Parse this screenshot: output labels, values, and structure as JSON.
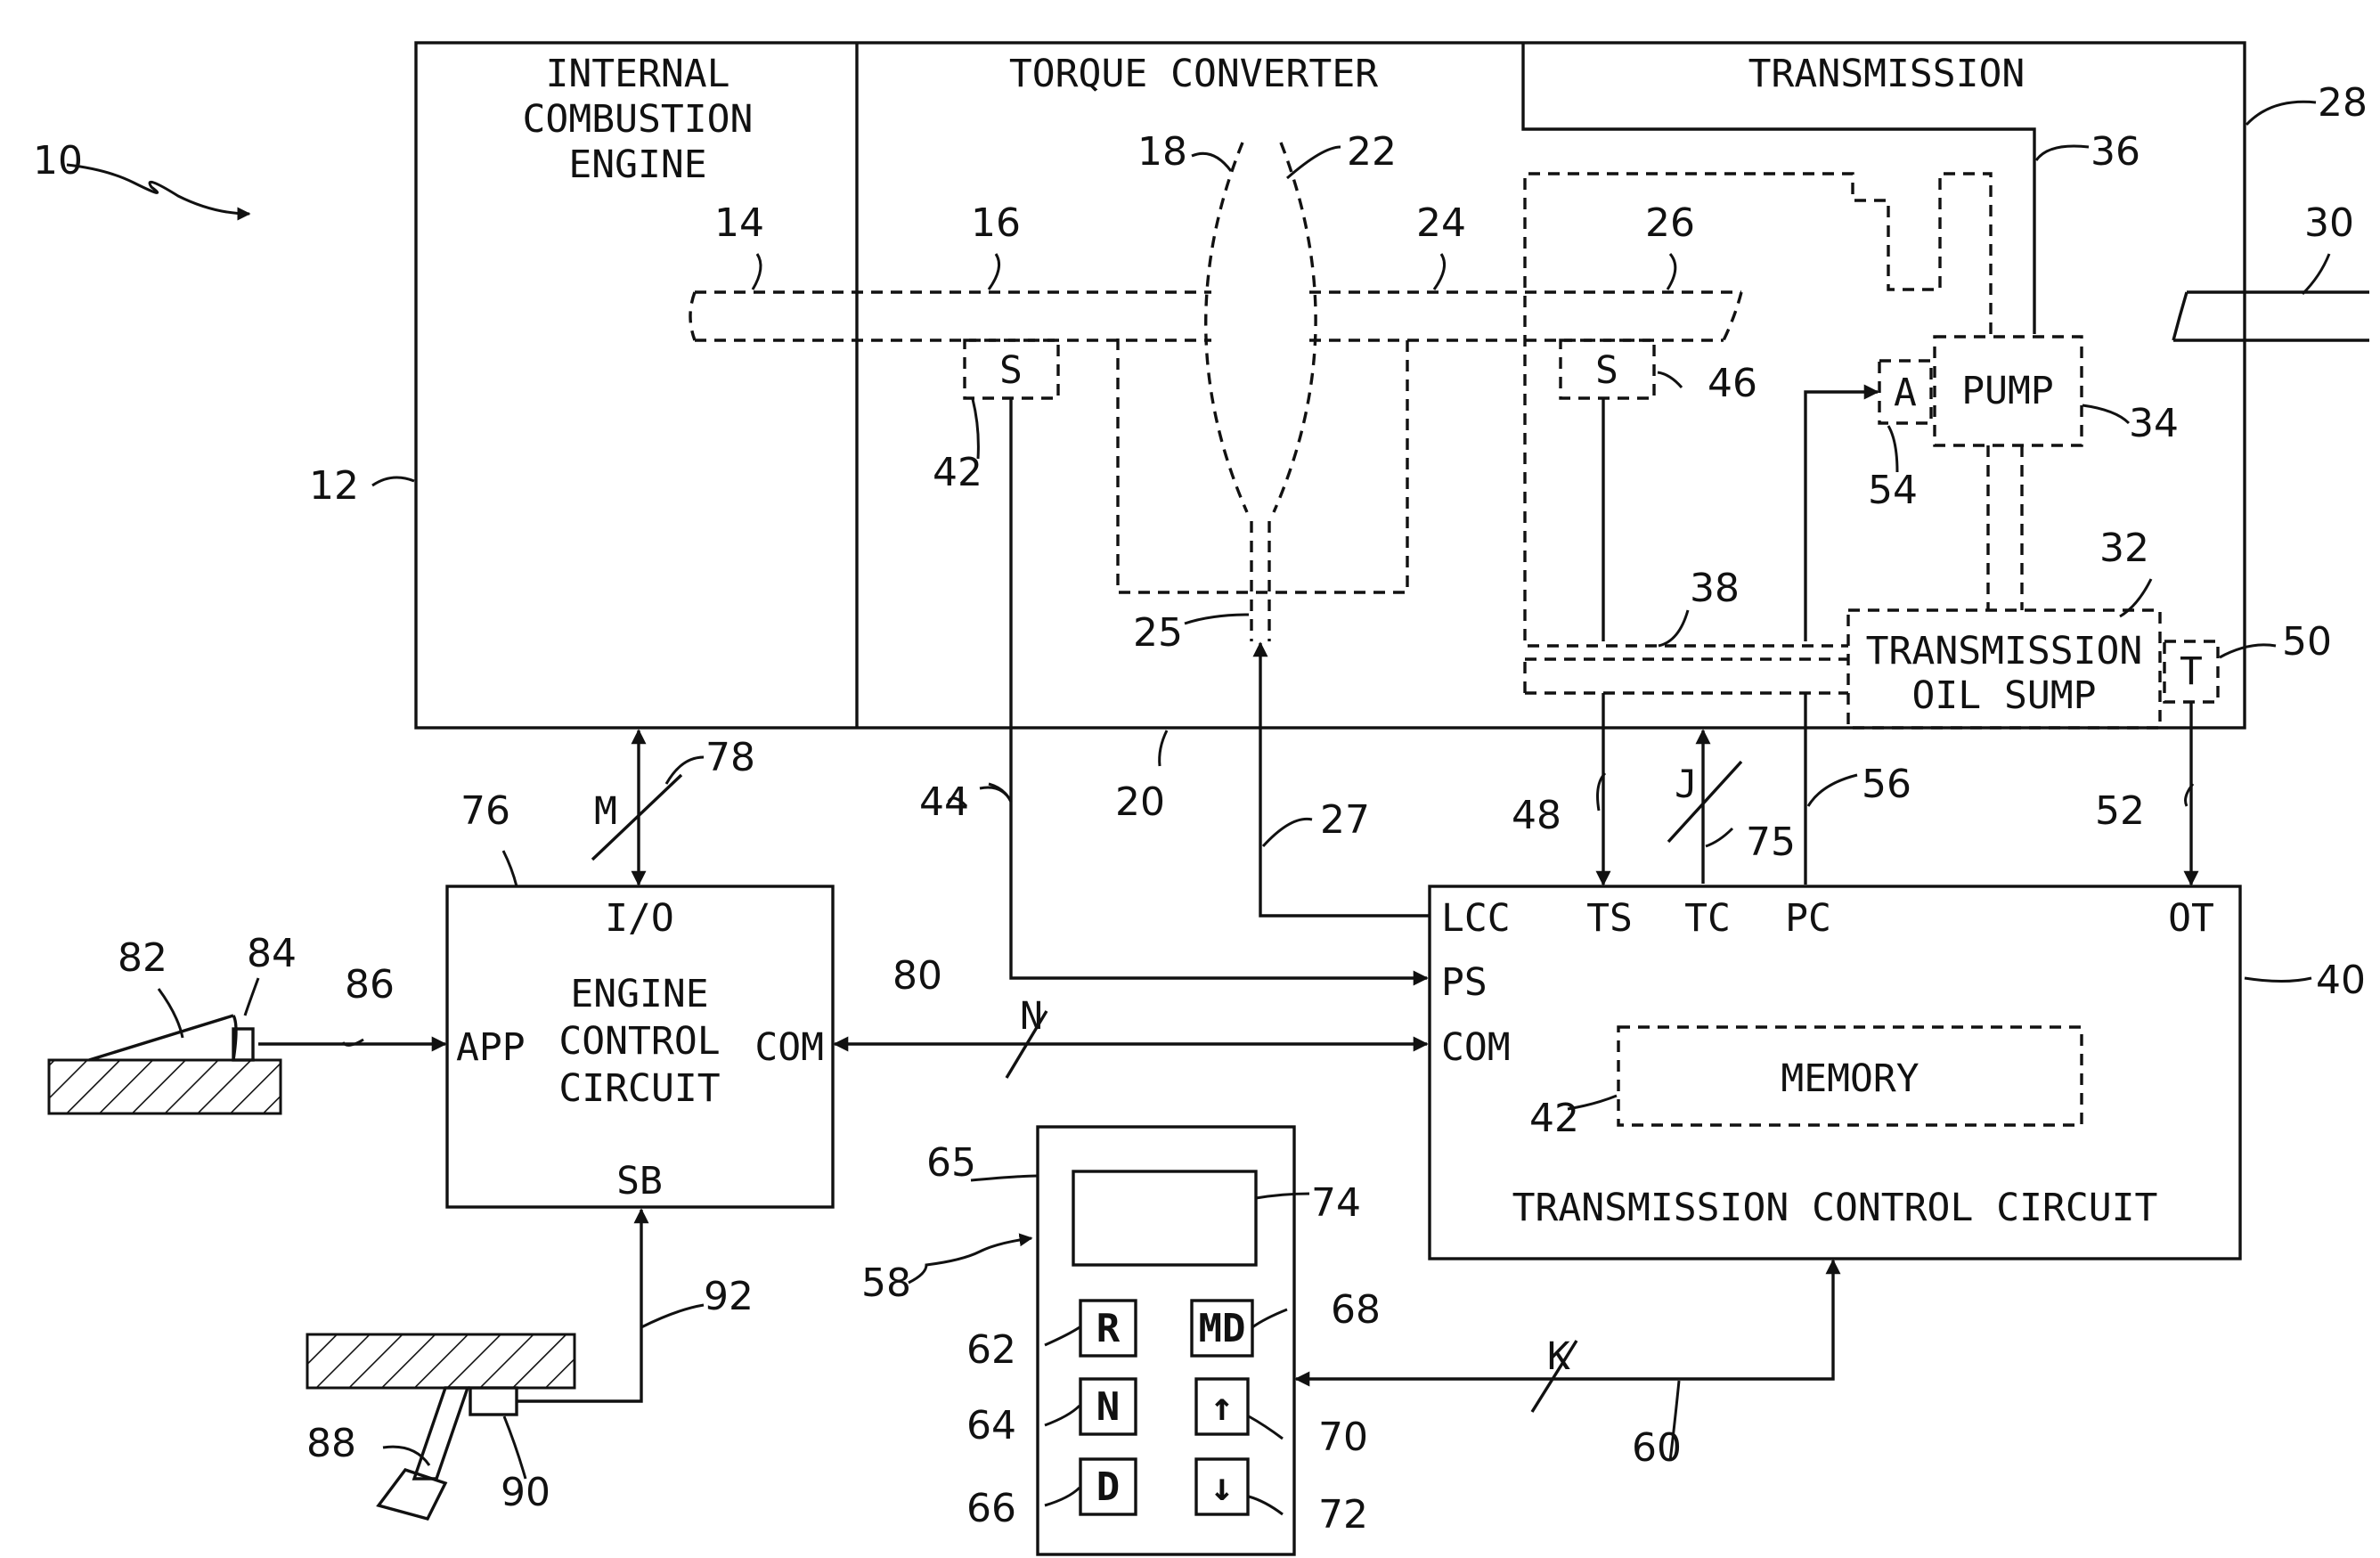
{
  "blocks": {
    "engine": {
      "line1": "INTERNAL",
      "line2": "COMBUSTION",
      "line3": "ENGINE"
    },
    "torque_converter": "TORQUE CONVERTER",
    "transmission": "TRANSMISSION",
    "pump": "PUMP",
    "accumulator": "A",
    "sump": {
      "line1": "TRANSMISSION",
      "line2": "OIL SUMP"
    },
    "temp_sensor": "T",
    "speed_sensor_in": "S",
    "speed_sensor_out": "S",
    "memory": "MEMORY",
    "tcc_title": "TRANSMISSION CONTROL CIRCUIT",
    "ecc": {
      "io": "I/O",
      "line1": "ENGINE",
      "line2": "CONTROL",
      "line3": "CIRCUIT",
      "app": "APP",
      "com": "COM",
      "sb": "SB"
    }
  },
  "tcc_ports": {
    "lcc": "LCC",
    "ps": "PS",
    "com": "COM",
    "ts": "TS",
    "tc": "TC",
    "pc": "PC",
    "ot": "OT"
  },
  "bus_labels": {
    "m": "M",
    "n": "N",
    "j": "J",
    "k": "K"
  },
  "selector_buttons": {
    "r": "R",
    "n": "N",
    "d": "D",
    "md": "MD",
    "up": "↑",
    "down": "↓"
  },
  "refs": {
    "r10": "10",
    "r12": "12",
    "r14": "14",
    "r16": "16",
    "r18": "18",
    "r20": "20",
    "r22": "22",
    "r24": "24",
    "r25": "25",
    "r26": "26",
    "r27": "27",
    "r28": "28",
    "r30": "30",
    "r32": "32",
    "r34": "34",
    "r36": "36",
    "r38": "38",
    "r40": "40",
    "r42a": "42",
    "r42b": "42",
    "r44": "44",
    "r46": "46",
    "r48": "48",
    "r50": "50",
    "r52": "52",
    "r54": "54",
    "r56": "56",
    "r58": "58",
    "r60": "60",
    "r62": "62",
    "r64": "64",
    "r65": "65",
    "r66": "66",
    "r68": "68",
    "r70": "70",
    "r72": "72",
    "r74": "74",
    "r75": "75",
    "r76": "76",
    "r78": "78",
    "r80": "80",
    "r82": "82",
    "r84": "84",
    "r86": "86",
    "r88": "88",
    "r90": "90",
    "r92": "92"
  }
}
